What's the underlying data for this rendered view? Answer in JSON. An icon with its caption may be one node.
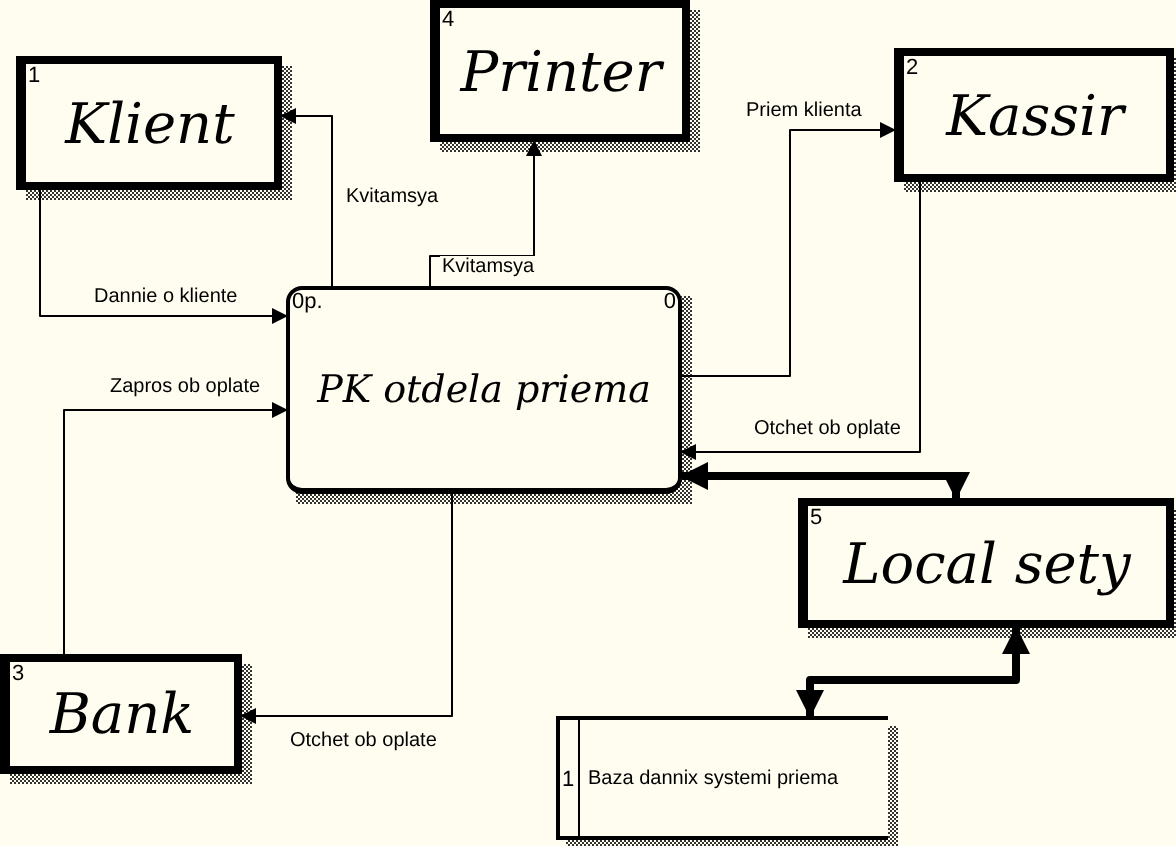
{
  "diagram": {
    "nodes": [
      {
        "text": [
          "1",
          "Klient"
        ]
      },
      {
        "text": [
          "4",
          "Printer"
        ]
      },
      {
        "text": [
          "2",
          "Kassir"
        ]
      },
      {
        "text": [
          "0p.",
          "0",
          "PK otdela priema"
        ]
      },
      {
        "text": [
          "3",
          "Bank"
        ]
      },
      {
        "text": [
          "5",
          "Local sety"
        ]
      },
      {
        "text": [
          "1",
          "Baza dannix systemi priema"
        ]
      }
    ],
    "edges": [
      {
        "from": 0,
        "to": 3,
        "arrow": "to",
        "label": "Dannie o kliente"
      },
      {
        "from": 3,
        "to": 0,
        "arrow": "to",
        "label": "Kvitamsya"
      },
      {
        "from": 3,
        "to": 1,
        "arrow": "to",
        "label": "Kvitamsya"
      },
      {
        "from": 4,
        "to": 3,
        "arrow": "to",
        "label": "Zapros ob oplate"
      },
      {
        "from": 3,
        "to": 4,
        "arrow": "to",
        "label": "Otchet ob oplate"
      },
      {
        "from": 3,
        "to": 2,
        "arrow": "to",
        "label": "Priem klienta"
      },
      {
        "from": 2,
        "to": 3,
        "arrow": "to",
        "label": "Otchet ob oplate"
      },
      {
        "from": 3,
        "to": 5,
        "arrow": "both",
        "style": "thick"
      },
      {
        "from": 5,
        "to": 6,
        "arrow": "both",
        "style": "thick"
      }
    ]
  }
}
